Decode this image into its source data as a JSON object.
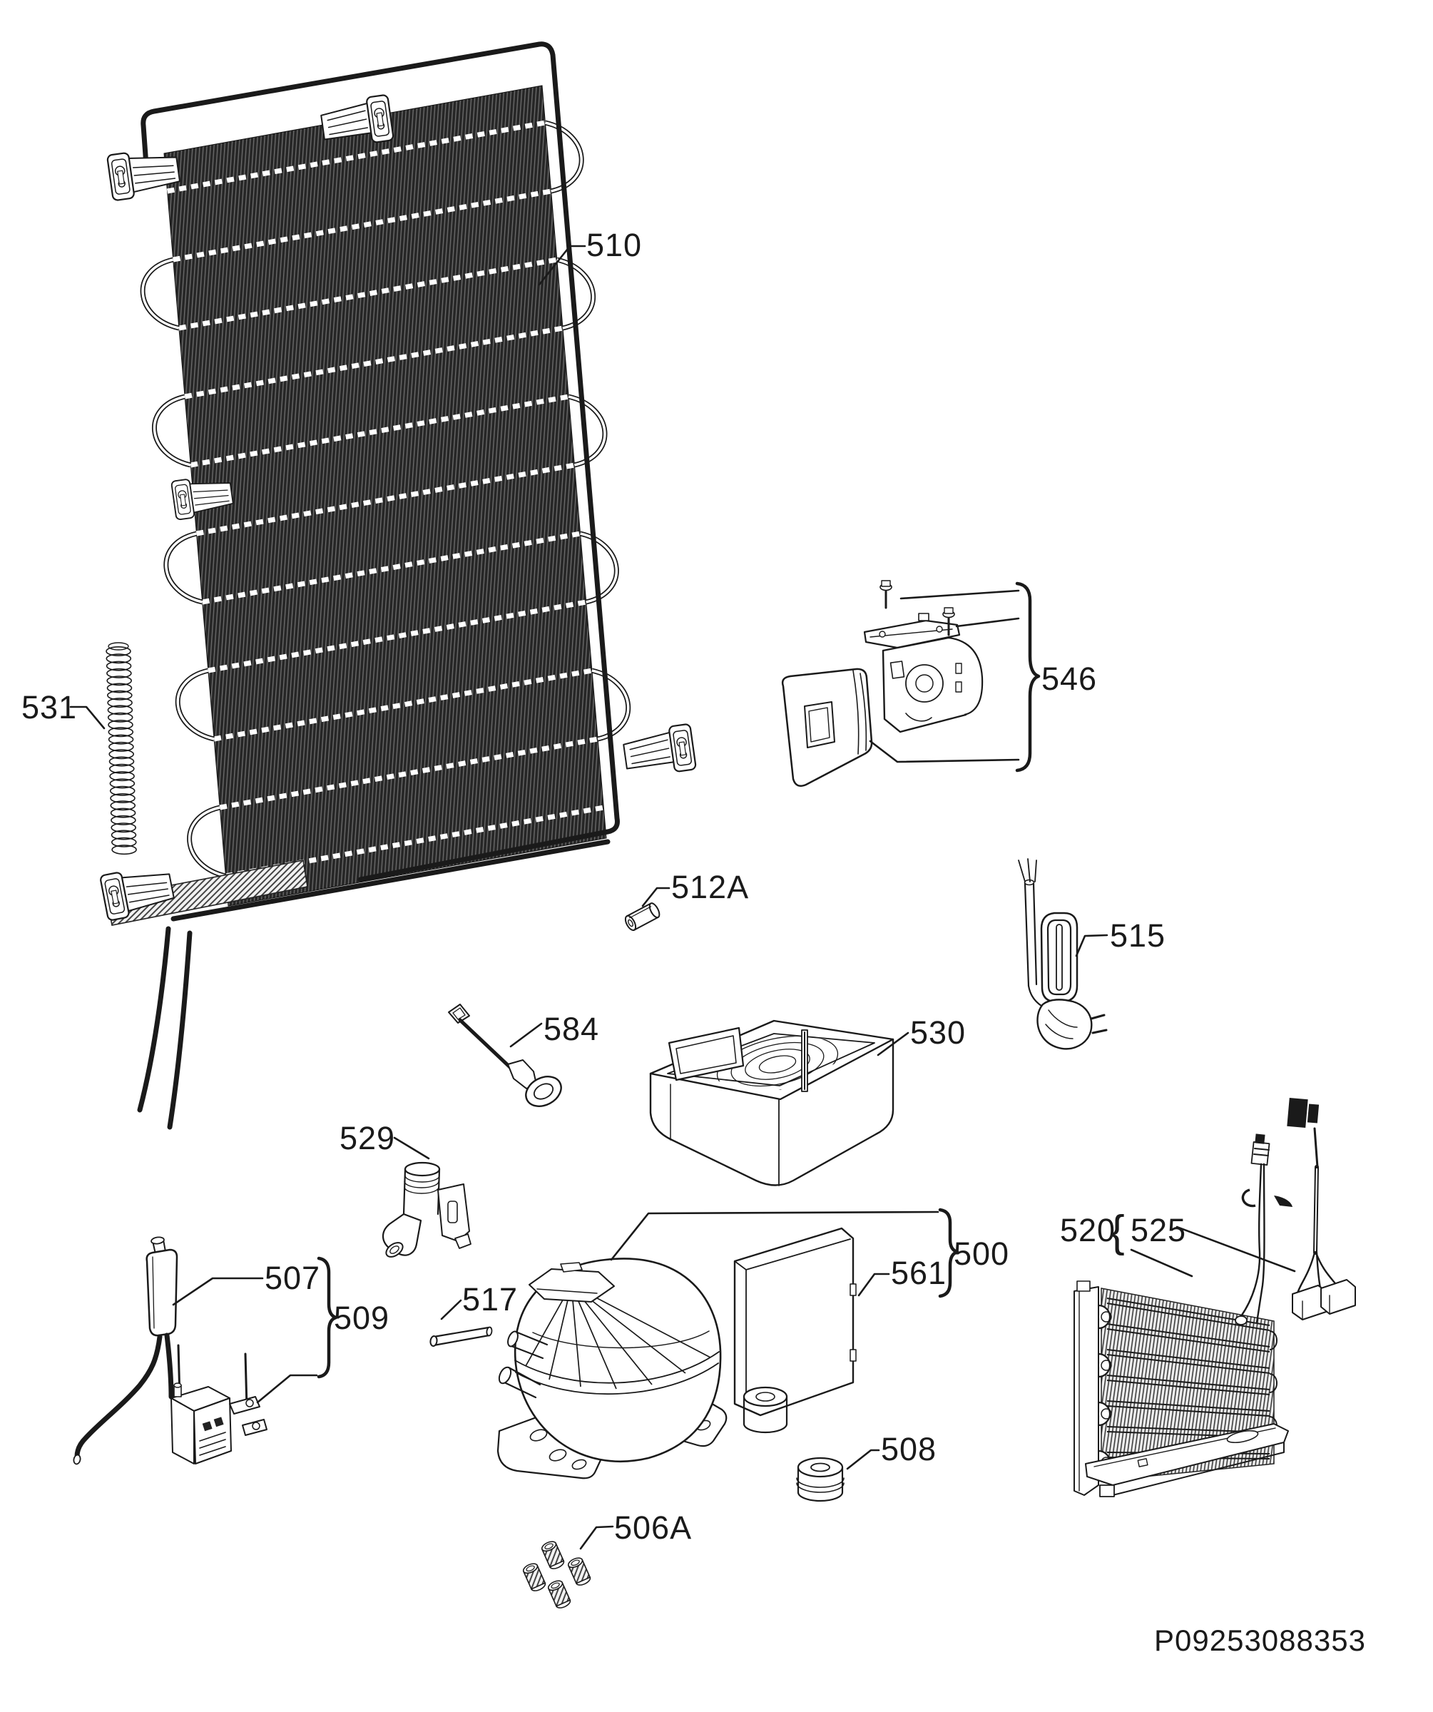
{
  "diagram": {
    "background": "#ffffff",
    "ink": "#1a1a1a",
    "footer_code": "P09253088353",
    "callouts": {
      "evaporator": "510",
      "suction_spring": "531",
      "damper_assembly": "546",
      "bushing": "512A",
      "defrost_heater": "515",
      "scraper_tool": "584",
      "drain_tray": "530",
      "water_valve": "529",
      "filter_drier": "507",
      "filter_valve_assembly": "509",
      "tube": "517",
      "compressor_assembly": "500",
      "compressor_cover": "561",
      "condenser": "520",
      "group_brace": "{",
      "sensor_cables": "525",
      "grommet": "508",
      "mounting_studs": "506A"
    }
  }
}
